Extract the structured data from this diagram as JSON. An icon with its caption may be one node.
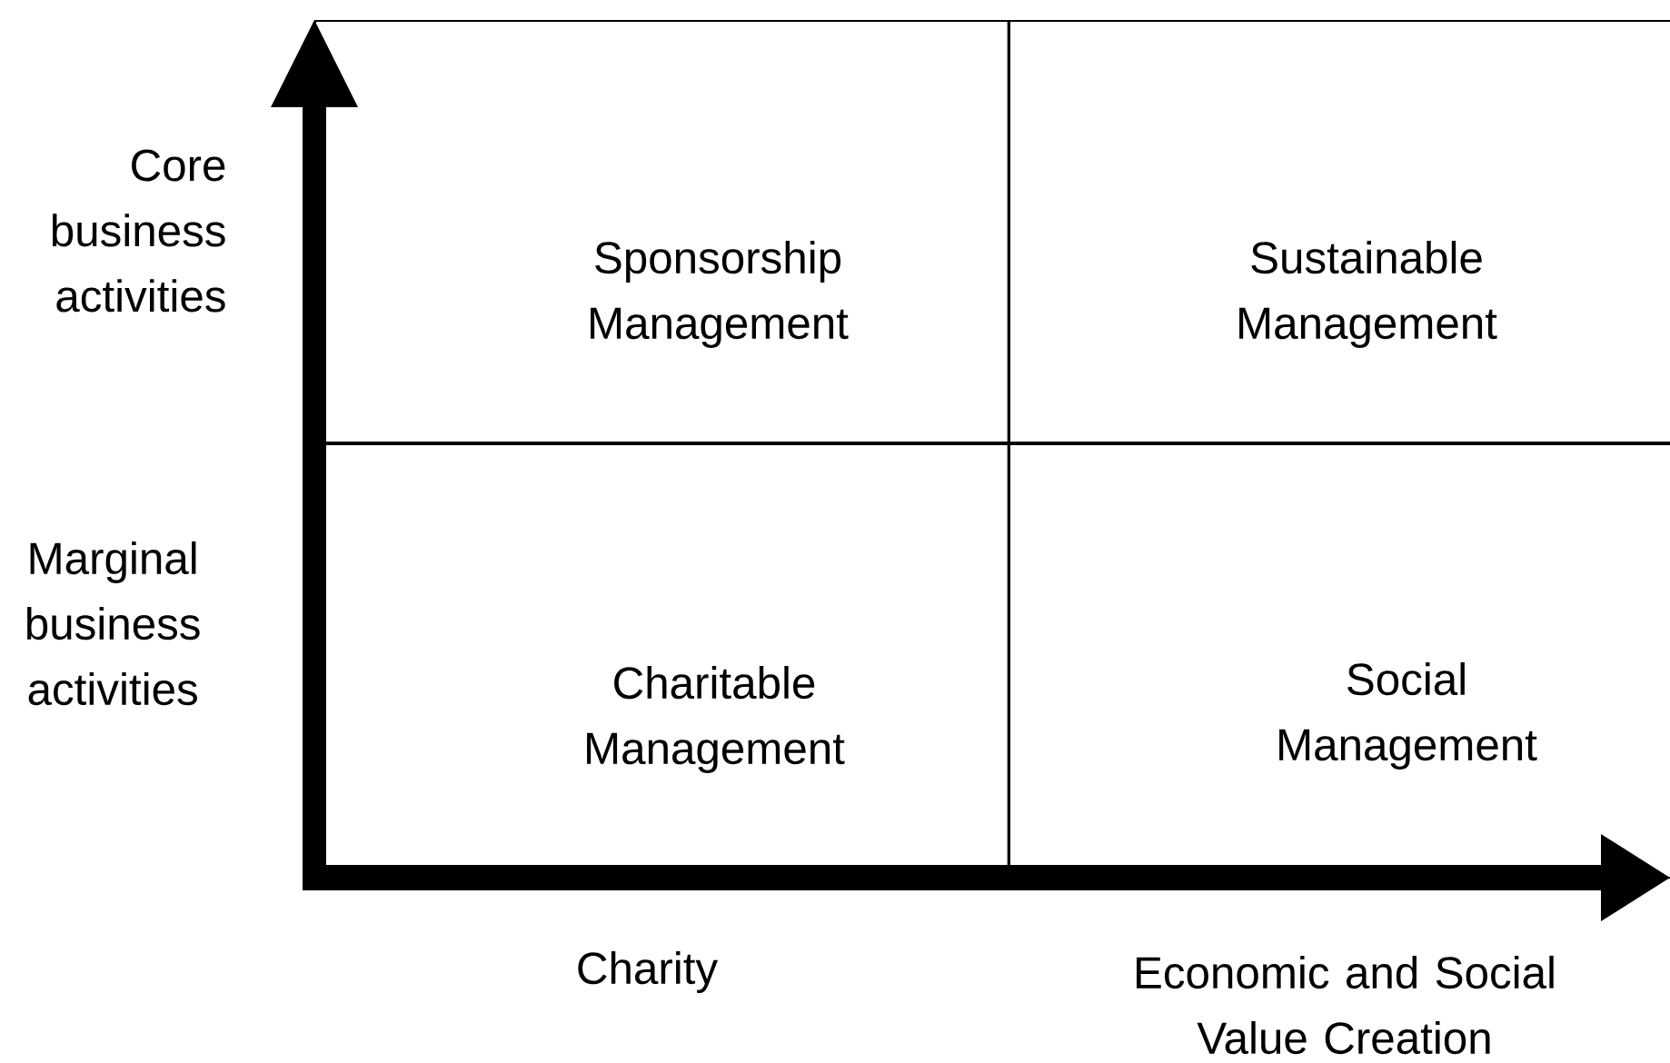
{
  "diagram": {
    "nodes": [
      {
        "text": [
          "Sponsorship Management"
        ]
      },
      {
        "text": [
          "Sustainable Management"
        ]
      },
      {
        "text": [
          "Charitable Management"
        ]
      },
      {
        "text": [
          "Social Management"
        ]
      }
    ],
    "labels": [
      "Core business activities",
      "Marginal business activities",
      "Charity",
      "Economic and Social Value Creation"
    ]
  }
}
